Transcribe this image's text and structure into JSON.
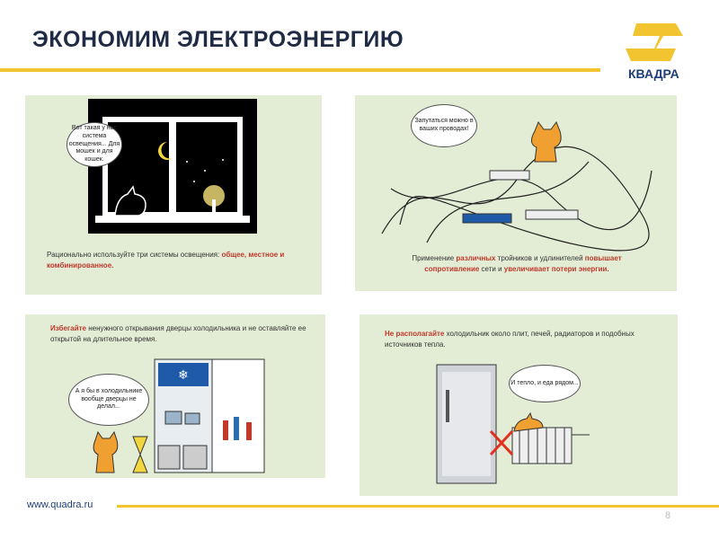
{
  "title": "ЭКОНОМИМ ЭЛЕКТРОЭНЕРГИЮ",
  "logo": {
    "name": "КВАДРА"
  },
  "footer": {
    "url": "www.quadra.ru",
    "page": "8"
  },
  "panels": {
    "lighting": {
      "bubble": "Вот такая у нас система освещения... Для мошек и для кошек.",
      "caption_a": "Рационально используйте три системы освещения: ",
      "caption_b": "общее, местное и комбинированное."
    },
    "wiring": {
      "bubble": "Запутаться можно в ваших проводах!",
      "caption_a": "Применение ",
      "caption_b": "различных",
      "caption_c": " тройников и удлинителей ",
      "caption_d": "повышает сопротивление",
      "caption_e": " сети и ",
      "caption_f": "увеличивает потери энергии."
    },
    "fridge_door": {
      "caption_a": "Избегайте",
      "caption_b": " ненужного открывания дверцы холодильника и не оставляйте ее открытой на длительное время.",
      "bubble": "А я бы в холодильнике вообще дверцы не делал..."
    },
    "fridge_place": {
      "caption_a": "Не располагайте",
      "caption_b": " холодильник около плит, печей, радиаторов и подобных источников тепла.",
      "bubble": "И тепло, и еда рядом..."
    }
  },
  "colors": {
    "accent": "#f2c530",
    "title": "#1f2a44",
    "panel": "#e3ecd5",
    "warning": "#c0392b"
  }
}
